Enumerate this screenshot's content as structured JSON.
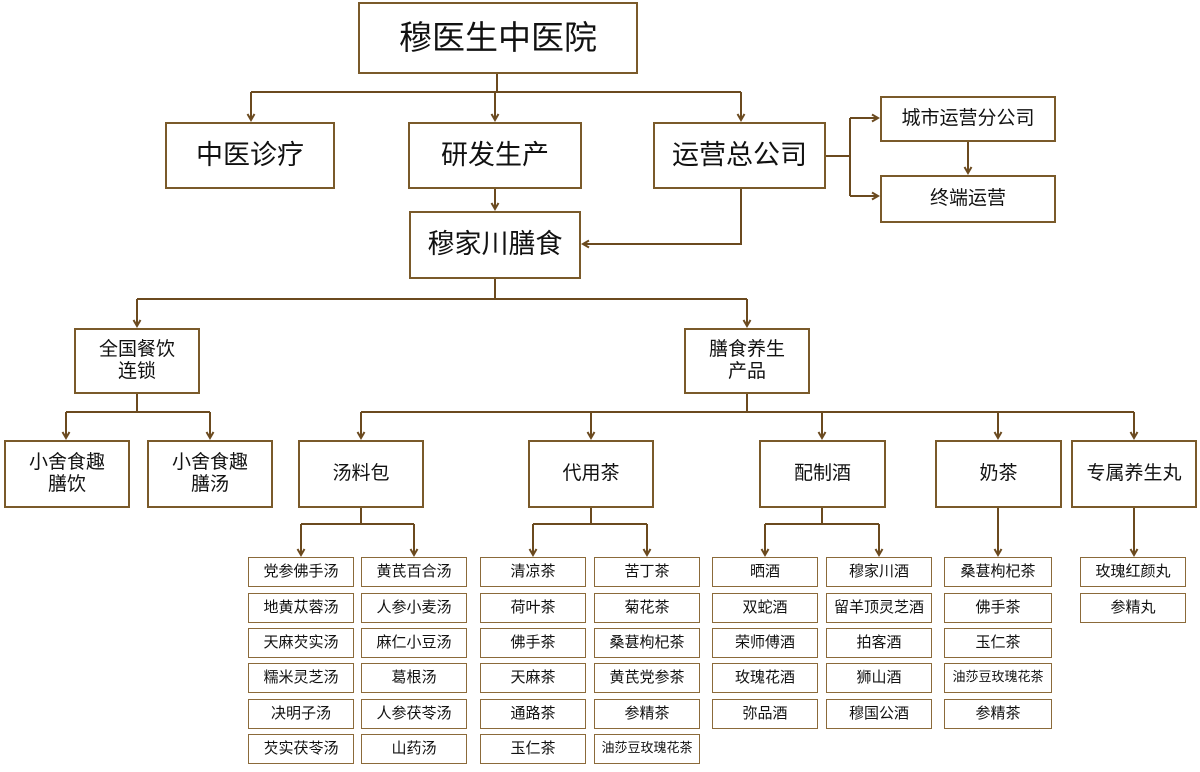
{
  "root": "穆医生中医院",
  "level1": {
    "clinic": "中医诊疗",
    "rnd": "研发生产",
    "ops": "运营总公司"
  },
  "ops_side": {
    "city": "城市运营分公司",
    "terminal": "终端运营"
  },
  "brand": "穆家川膳食",
  "branch": {
    "chain": "全国餐饮\n连锁",
    "products": "膳食养生\n产品"
  },
  "chain_items": [
    "小舍食趣\n膳饮",
    "小舍食趣\n膳汤"
  ],
  "categories": [
    "汤料包",
    "代用茶",
    "配制酒",
    "奶茶",
    "专属养生丸"
  ],
  "soup": {
    "left": [
      "党参佛手汤",
      "地黄苁蓉汤",
      "天麻芡实汤",
      "糯米灵芝汤",
      "决明子汤",
      "芡实茯苓汤"
    ],
    "right": [
      "黄芪百合汤",
      "人参小麦汤",
      "麻仁小豆汤",
      "葛根汤",
      "人参茯苓汤",
      "山药汤"
    ]
  },
  "tea": {
    "left": [
      "清凉茶",
      "荷叶茶",
      "佛手茶",
      "天麻茶",
      "通路茶",
      "玉仁茶"
    ],
    "right": [
      "苦丁茶",
      "菊花茶",
      "桑葚枸杞茶",
      "黄芪党参茶",
      "参精茶",
      "油莎豆玫瑰花茶"
    ]
  },
  "wine": {
    "left": [
      "晒酒",
      "双蛇酒",
      "荣师傅酒",
      "玫瑰花酒",
      "弥品酒"
    ],
    "right": [
      "穆家川酒",
      "留羊顶灵芝酒",
      "拍客酒",
      "狮山酒",
      "穆国公酒"
    ]
  },
  "milktea": [
    "桑葚枸杞茶",
    "佛手茶",
    "玉仁茶",
    "油莎豆玫瑰花茶",
    "参精茶"
  ],
  "pills": [
    "玫瑰红颜丸",
    "参精丸"
  ],
  "colors": {
    "line": "#6b4a1f",
    "border": "#7a5a2a"
  }
}
